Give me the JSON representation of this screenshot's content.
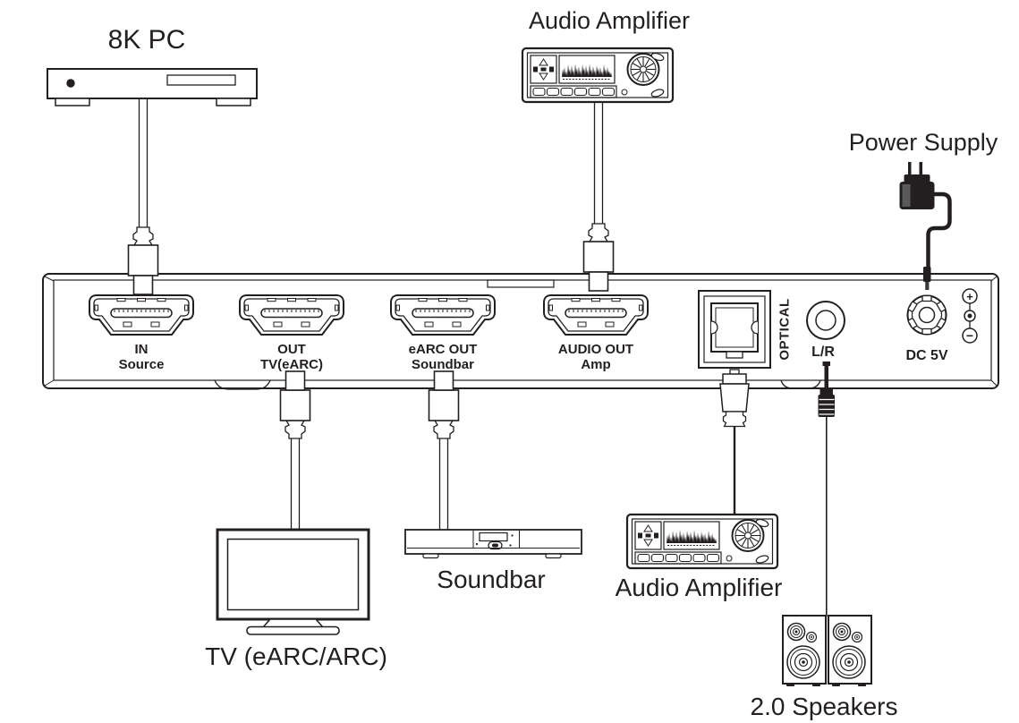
{
  "colors": {
    "line": "#231f20",
    "background": "#ffffff"
  },
  "devices": {
    "pc": {
      "label": "8K PC"
    },
    "amp_top": {
      "label": "Audio Amplifier"
    },
    "power_supply": {
      "label": "Power Supply"
    },
    "tv": {
      "label": "TV (eARC/ARC)"
    },
    "soundbar": {
      "label": "Soundbar"
    },
    "amp_bottom": {
      "label": "Audio Amplifier"
    },
    "speakers": {
      "label": "2.0 Speakers"
    }
  },
  "panel": {
    "ports": {
      "hdmi_in": {
        "line1": "IN",
        "line2": "Source"
      },
      "hdmi_out_tv": {
        "line1": "OUT",
        "line2": "TV(eARC)"
      },
      "hdmi_earc_out": {
        "line1": "eARC OUT",
        "line2": "Soundbar"
      },
      "hdmi_audio_out": {
        "line1": "AUDIO OUT",
        "line2": "Amp"
      },
      "optical": {
        "label": "OPTICAL"
      },
      "line_out": {
        "label": "L/R"
      },
      "dc": {
        "label": "DC 5V"
      }
    },
    "polarity": {
      "plus": "+",
      "minus": "−"
    }
  },
  "icons": {
    "dc_polarity": "center-positive-polarity-icon",
    "hdmi_port": "hdmi-port-icon",
    "optical_port": "toslink-port-icon"
  }
}
